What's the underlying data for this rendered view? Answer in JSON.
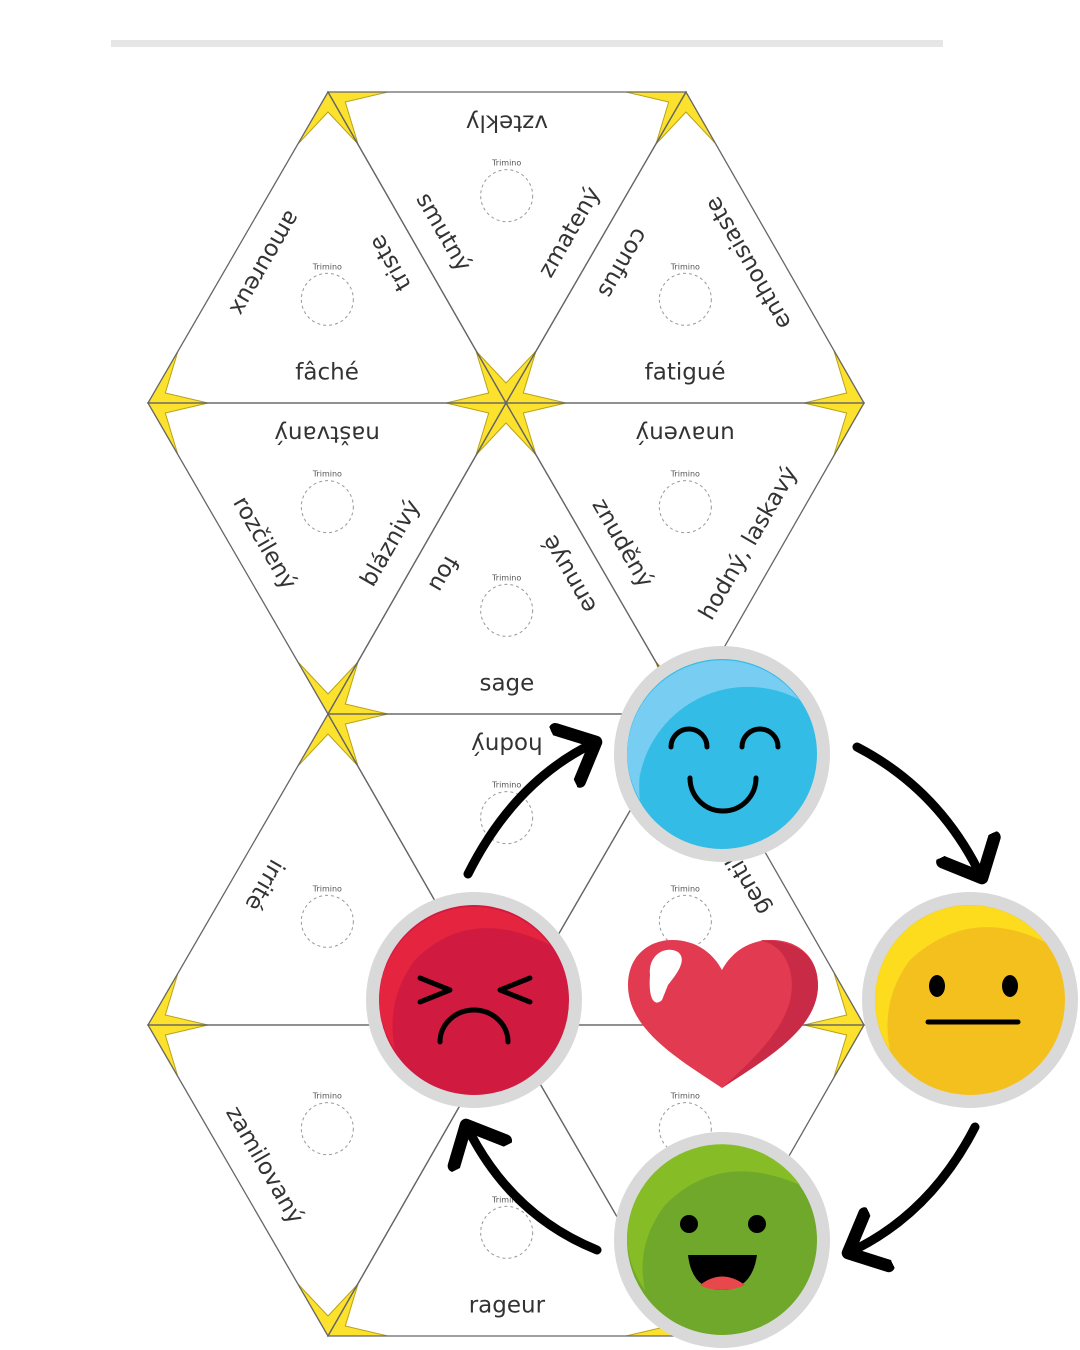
{
  "logo_text": "Trimino",
  "triangles": [
    {
      "id": "t1",
      "labels": {
        "left": "amoureux",
        "right": "triste",
        "base": "fâché"
      }
    },
    {
      "id": "t2",
      "labels": {
        "base": "vztekly",
        "left": "smutný",
        "right": "zmatený"
      }
    },
    {
      "id": "t3",
      "labels": {
        "left": "confus",
        "right": "enthousiaste",
        "base": "fatigué"
      }
    },
    {
      "id": "t4",
      "labels": {
        "base": "naštvaný",
        "left": "rozčilený",
        "right": "bláznivý"
      }
    },
    {
      "id": "t5",
      "labels": {
        "left": "fou",
        "right": "ennuyé",
        "base": "sage"
      }
    },
    {
      "id": "t6",
      "labels": {
        "base": "unavený",
        "left": "znuděný",
        "right": "hodný, laskavý"
      }
    },
    {
      "id": "t7",
      "labels": {
        "left": "irrité"
      }
    },
    {
      "id": "t8",
      "labels": {
        "base": "hodný"
      }
    },
    {
      "id": "t9",
      "labels": {
        "right": "gentil"
      }
    },
    {
      "id": "t10",
      "labels": {
        "left": "zamilovaný"
      }
    },
    {
      "id": "t11",
      "labels": {
        "base": "rageur"
      }
    },
    {
      "id": "t12",
      "labels": {}
    }
  ],
  "emotions": [
    {
      "name": "happy",
      "color": "#33bde6",
      "light": "#78cdf2"
    },
    {
      "name": "neutral",
      "color": "#f4c01e",
      "light": "#fcdc1c"
    },
    {
      "name": "laughing",
      "color": "#6fa82a",
      "light": "#86bc26"
    },
    {
      "name": "angry",
      "color": "#d11a40",
      "light": "#e5243f"
    }
  ],
  "colors": {
    "star": "#fce22c",
    "ring": "#d9d9d9",
    "heart": "#e23a50",
    "arrow": "#000000"
  }
}
